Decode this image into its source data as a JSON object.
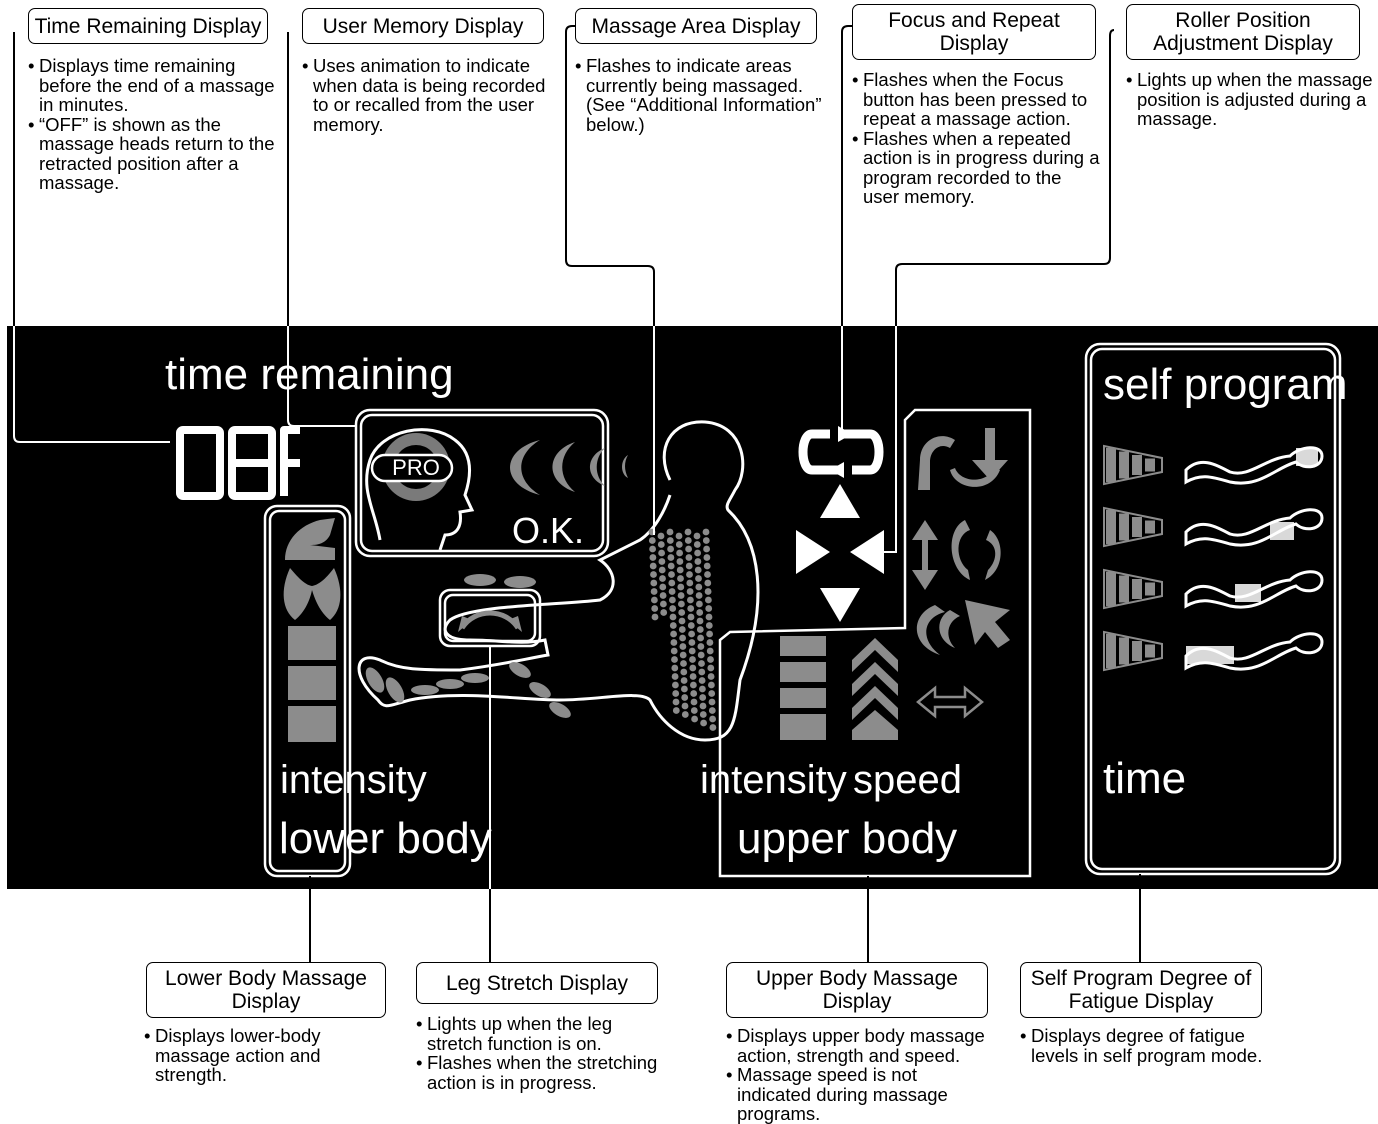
{
  "callouts": {
    "time_remaining": {
      "title": "Time Remaining Display",
      "bullets": [
        "Displays time remaining before the end of a massage in minutes.",
        "“OFF” is shown as the massage heads return to the retracted position after a massage."
      ]
    },
    "user_memory": {
      "title": "User Memory Display",
      "bullets": [
        "Uses animation to indicate when data is being recorded to or recalled from the user memory."
      ]
    },
    "massage_area": {
      "title": "Massage Area Display",
      "bullets": [
        "Flashes to indicate areas currently being massaged. (See “Additional Information” below.)"
      ]
    },
    "focus_repeat": {
      "title": "Focus and Repeat Display",
      "bullets": [
        "Flashes when the Focus button has been pressed to repeat a massage action.",
        "Flashes when a repeated action is in progress during a program recorded to the user memory."
      ]
    },
    "roller_position": {
      "title": "Roller Position Adjustment Display",
      "bullets": [
        "Lights up when the massage position is adjusted during a massage."
      ]
    },
    "lower_body": {
      "title": "Lower Body Massage Display",
      "bullets": [
        "Displays lower-body massage action and strength."
      ]
    },
    "leg_stretch": {
      "title": "Leg Stretch Display",
      "bullets": [
        "Lights up when the leg stretch function is on.",
        "Flashes when the stretching action is in progress."
      ]
    },
    "upper_body": {
      "title": "Upper Body Massage Display",
      "bullets": [
        "Displays upper body massage action, strength and speed.",
        "Massage speed is not indicated during massage programs."
      ]
    },
    "self_program": {
      "title": "Self Program Degree of Fatigue Display",
      "bullets": [
        "Displays degree of fatigue levels in self program mode."
      ]
    }
  },
  "lcd": {
    "time_remaining_label": "time remaining",
    "time_value": "08F",
    "pro_badge": "PRO",
    "ok_text": "O.K.",
    "lower_intensity_label": "intensity",
    "lower_body_label": "lower body",
    "upper_intensity_label": "intensity",
    "speed_label": "speed",
    "upper_body_label": "upper body",
    "self_program_label": "self program",
    "time_label": "time"
  },
  "colors": {
    "panel": "#000000",
    "lcd_text": "#ffffff",
    "lcd_grey": "#8c8c8c"
  }
}
